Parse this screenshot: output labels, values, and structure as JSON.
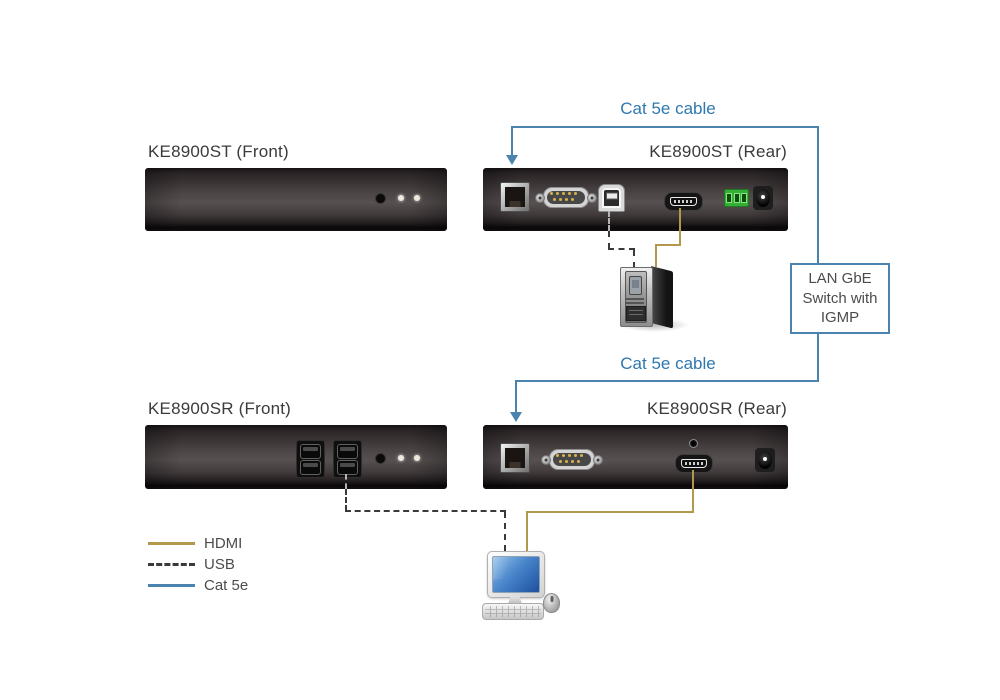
{
  "title_labels": {
    "st_front": "KE8900ST (Front)",
    "st_rear": "KE8900ST (Rear)",
    "sr_front": "KE8900SR (Front)",
    "sr_rear": "KE8900SR (Rear)"
  },
  "cables": {
    "cat5e_top_label": "Cat 5e cable",
    "cat5e_bottom_label": "Cat 5e cable"
  },
  "lan_switch_box": {
    "line1": "LAN GbE",
    "line2": "Switch with",
    "line3": "IGMP"
  },
  "legend": {
    "items": [
      {
        "label": "HDMI",
        "line_style": "solid",
        "color": "#b2984b"
      },
      {
        "label": "USB",
        "line_style": "dashed",
        "color": "#3a3a3a"
      },
      {
        "label": "Cat 5e",
        "line_style": "solid",
        "color": "#4a83ad"
      }
    ]
  },
  "colors": {
    "hdmi_cable": "#b2984b",
    "usb_cable": "#3a3a3a",
    "cat5e_cable": "#4a83ad",
    "device_label_text": "#3b3b3b",
    "cable_label_text": "#2e78b0",
    "terminal_block_green": "#36ae36"
  }
}
